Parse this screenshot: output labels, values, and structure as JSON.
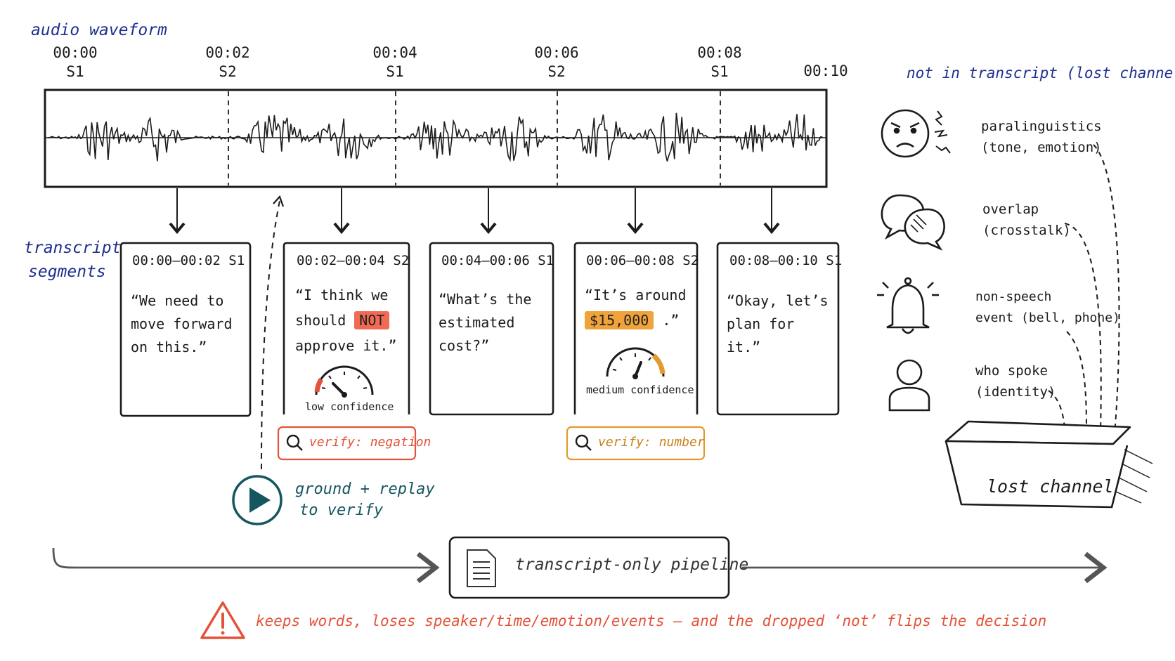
{
  "waveform": {
    "title": "audio waveform",
    "ticks": [
      {
        "time": "00:00",
        "speaker": "S1"
      },
      {
        "time": "00:02",
        "speaker": "S2"
      },
      {
        "time": "00:04",
        "speaker": "S1"
      },
      {
        "time": "00:06",
        "speaker": "S2"
      },
      {
        "time": "00:08",
        "speaker": "S1"
      },
      {
        "time": "00:10",
        "speaker": ""
      }
    ]
  },
  "segments_label": [
    "transcript",
    "segments"
  ],
  "segments": [
    {
      "header": "00:00–00:02  S1",
      "lines": [
        "“We need to",
        "move forward",
        "on this.”"
      ]
    },
    {
      "header": "00:02–00:04  S2",
      "line1": "“I think we",
      "line2_pre": "should",
      "highlight": "NOT",
      "line3": "approve it.”",
      "confidence": "low confidence"
    },
    {
      "header": "00:04–00:06  S1",
      "lines": [
        "“What’s the",
        "estimated cost?”"
      ]
    },
    {
      "header": "00:06–00:08  S2",
      "line1": "“It’s around",
      "highlight": "$15,000",
      "line2_post": ".”",
      "confidence": "medium confidence"
    },
    {
      "header": "00:08–00:10  S1",
      "lines": [
        "“Okay, let’s",
        "plan for it.”"
      ]
    }
  ],
  "verify": {
    "negation": "verify: negation",
    "number": "verify: number"
  },
  "replay": [
    "ground + replay",
    "to verify"
  ],
  "lost": {
    "title": "not in transcript (lost channels)",
    "items": [
      {
        "icon": "angry-face-icon",
        "lines": [
          "paralinguistics",
          "(tone, emotion)"
        ]
      },
      {
        "icon": "speech-bubbles-icon",
        "lines": [
          "overlap",
          "(crosstalk)"
        ]
      },
      {
        "icon": "bell-icon",
        "lines": [
          "non-speech",
          "event (bell, phone)"
        ]
      },
      {
        "icon": "person-icon",
        "lines": [
          "who spoke",
          "(identity)"
        ]
      }
    ],
    "bin_label": "lost channel"
  },
  "pipeline": {
    "label": "transcript-only pipeline"
  },
  "warning": "keeps words, loses speaker/time/emotion/events — and the dropped ‘not’ flips the decision",
  "colors": {
    "navy": "#1f2f8f",
    "red": "#e2533a",
    "orange": "#e49a2e",
    "teal": "#16565f",
    "ink": "#1b1b1b"
  }
}
